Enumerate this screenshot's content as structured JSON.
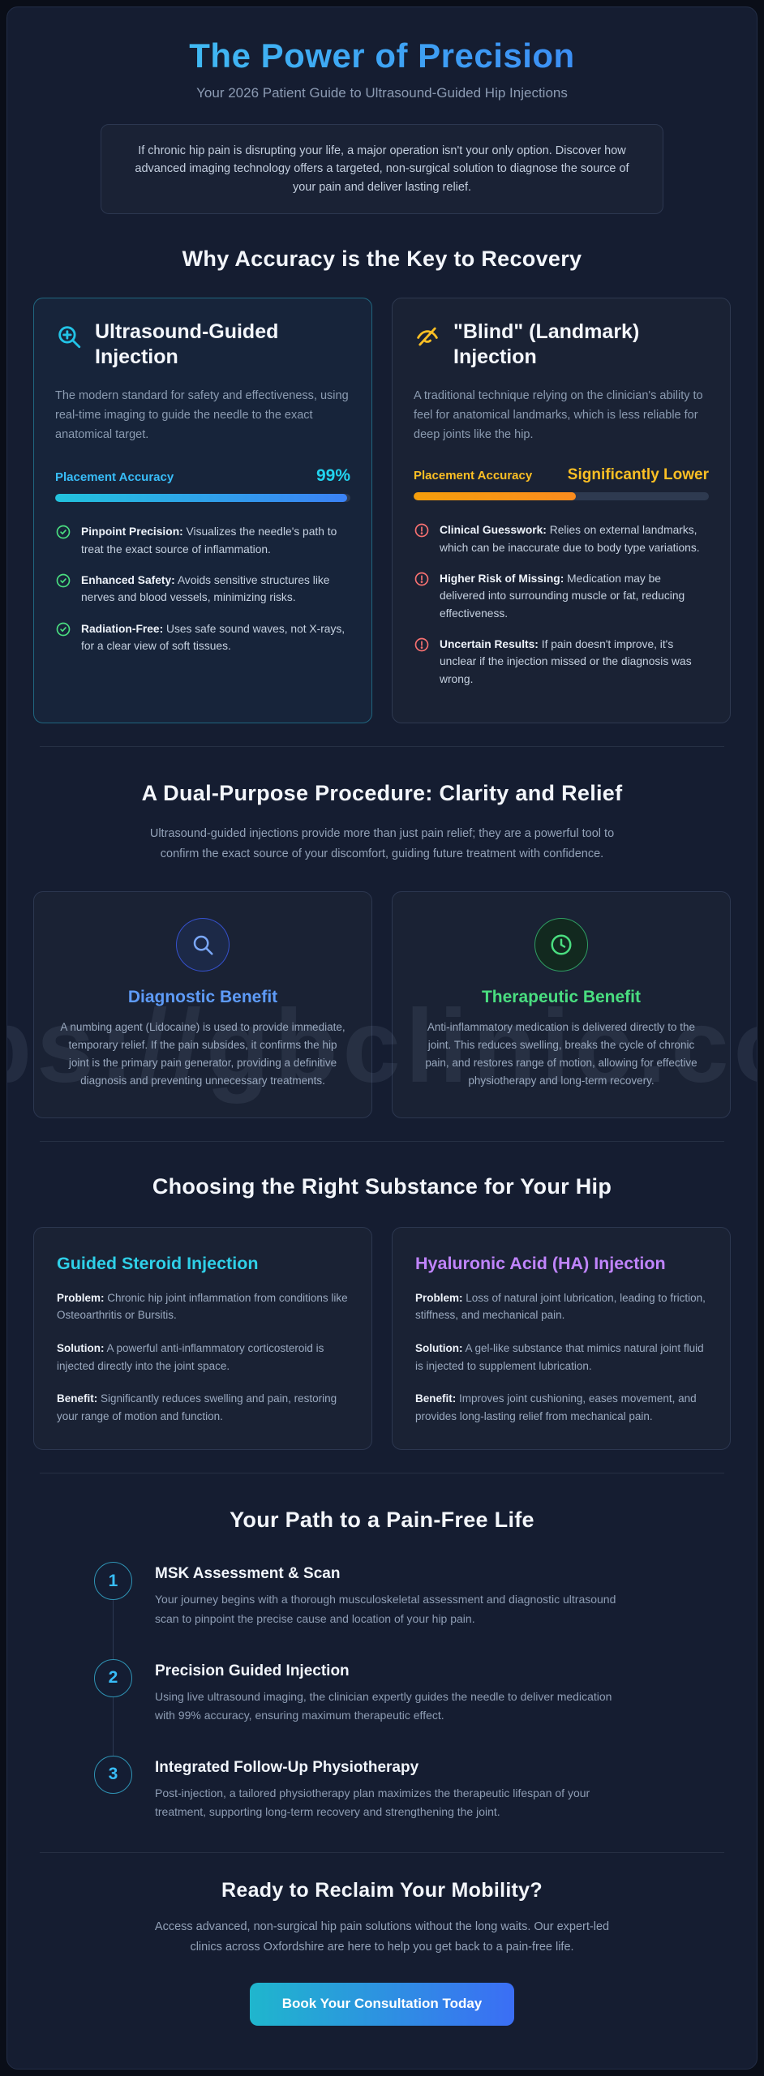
{
  "header": {
    "title": "The Power of Precision",
    "subtitle": "Your 2026 Patient Guide to Ultrasound-Guided Hip Injections",
    "intro": "If chronic hip pain is disrupting your life, a major operation isn't your only option. Discover how advanced imaging technology offers a targeted, non-surgical solution to diagnose the source of your pain and deliver lasting relief."
  },
  "watermark": "ps://gbclinic.co",
  "accuracy": {
    "heading": "Why Accuracy is the Key to Recovery",
    "cards": [
      {
        "icon": "zoom-in-icon",
        "title": "Ultrasound-Guided Injection",
        "description": "The modern standard for safety and effectiveness, using real-time imaging to guide the needle to the exact anatomical target.",
        "accuracy_label": "Placement Accuracy",
        "accuracy_value": "99%",
        "bar_percent": 99,
        "bullets": [
          {
            "lead": "Pinpoint Precision:",
            "text": " Visualizes the needle's path to treat the exact source of inflammation."
          },
          {
            "lead": "Enhanced Safety:",
            "text": " Avoids sensitive structures like nerves and blood vessels, minimizing risks."
          },
          {
            "lead": "Radiation-Free:",
            "text": " Uses safe sound waves, not X-rays, for a clear view of soft tissues."
          }
        ]
      },
      {
        "icon": "eye-off-icon",
        "title": "\"Blind\" (Landmark) Injection",
        "description": "A traditional technique relying on the clinician's ability to feel for anatomical landmarks, which is less reliable for deep joints like the hip.",
        "accuracy_label": "Placement Accuracy",
        "accuracy_value": "Significantly Lower",
        "bar_percent": 55,
        "bullets": [
          {
            "lead": "Clinical Guesswork:",
            "text": " Relies on external landmarks, which can be inaccurate due to body type variations."
          },
          {
            "lead": "Higher Risk of Missing:",
            "text": " Medication may be delivered into surrounding muscle or fat, reducing effectiveness."
          },
          {
            "lead": "Uncertain Results:",
            "text": " If pain doesn't improve, it's unclear if the injection missed or the diagnosis was wrong."
          }
        ]
      }
    ]
  },
  "dual_purpose": {
    "heading": "A Dual-Purpose Procedure: Clarity and Relief",
    "intro": "Ultrasound-guided injections provide more than just pain relief; they are a powerful tool to confirm the exact source of your discomfort, guiding future treatment with confidence.",
    "cards": [
      {
        "icon": "search-icon",
        "title": "Diagnostic Benefit",
        "text": "A numbing agent (Lidocaine) is used to provide immediate, temporary relief. If the pain subsides, it confirms the hip joint is the primary pain generator, providing a definitive diagnosis and preventing unnecessary treatments."
      },
      {
        "icon": "clock-icon",
        "title": "Therapeutic Benefit",
        "text": "Anti-inflammatory medication is delivered directly to the joint. This reduces swelling, breaks the cycle of chronic pain, and restores range of motion, allowing for effective physiotherapy and long-term recovery."
      }
    ]
  },
  "substances": {
    "heading": "Choosing the Right Substance for Your Hip",
    "cards": [
      {
        "title": "Guided Steroid Injection",
        "rows": [
          {
            "lead": "Problem:",
            "text": " Chronic hip joint inflammation from conditions like Osteoarthritis or Bursitis."
          },
          {
            "lead": "Solution:",
            "text": " A powerful anti-inflammatory corticosteroid is injected directly into the joint space."
          },
          {
            "lead": "Benefit:",
            "text": " Significantly reduces swelling and pain, restoring your range of motion and function."
          }
        ]
      },
      {
        "title": "Hyaluronic Acid (HA) Injection",
        "rows": [
          {
            "lead": "Problem:",
            "text": " Loss of natural joint lubrication, leading to friction, stiffness, and mechanical pain."
          },
          {
            "lead": "Solution:",
            "text": " A gel-like substance that mimics natural joint fluid is injected to supplement lubrication."
          },
          {
            "lead": "Benefit:",
            "text": " Improves joint cushioning, eases movement, and provides long-lasting relief from mechanical pain."
          }
        ]
      }
    ]
  },
  "path": {
    "heading": "Your Path to a Pain-Free Life",
    "steps": [
      {
        "number": "1",
        "title": "MSK Assessment & Scan",
        "text": "Your journey begins with a thorough musculoskeletal assessment and diagnostic ultrasound scan to pinpoint the precise cause and location of your hip pain."
      },
      {
        "number": "2",
        "title": "Precision Guided Injection",
        "text": "Using live ultrasound imaging, the clinician expertly guides the needle to deliver medication with 99% accuracy, ensuring maximum therapeutic effect."
      },
      {
        "number": "3",
        "title": "Integrated Follow-Up Physiotherapy",
        "text": "Post-injection, a tailored physiotherapy plan maximizes the therapeutic lifespan of your treatment, supporting long-term recovery and strengthening the joint."
      }
    ]
  },
  "cta": {
    "heading": "Ready to Reclaim Your Mobility?",
    "text": "Access advanced, non-surgical hip pain solutions without the long waits. Our expert-led clinics across Oxfordshire are here to help you get back to a pain-free life.",
    "button_label": "Book Your Consultation Today"
  },
  "colors": {
    "accent_cyan": "#38bdf8",
    "accent_blue": "#3b82f6",
    "amber": "#fbbf24",
    "green": "#4ade80",
    "red": "#f87171",
    "purple": "#c084fc"
  }
}
